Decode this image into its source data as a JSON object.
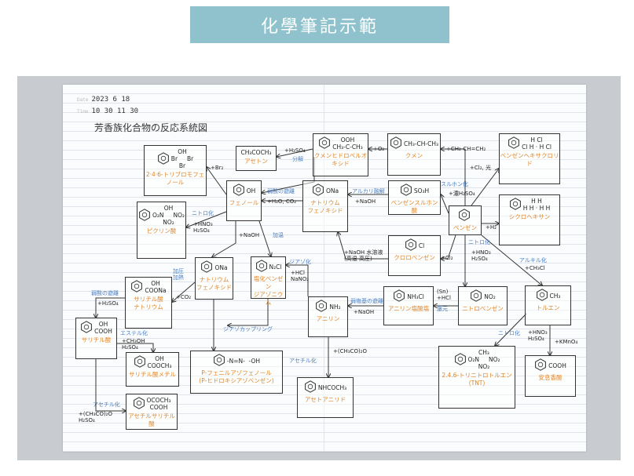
{
  "banner": {
    "title": "化學筆記示範"
  },
  "notebook": {
    "date": "2023  6  18",
    "time": "10 30  11 30",
    "date_label": "Date",
    "time_label": "Time",
    "title": "芳香族化合物の反応系統図",
    "colors": {
      "compound_name": "#e0862a",
      "reaction_type": "#4a7fc4",
      "ink": "#222222",
      "banner": "#8fc2cd"
    },
    "compounds": [
      {
        "formula": "OH\nBr     Br\nBr",
        "name": "2·4·6-トリブロモフェノール",
        "ring": true
      },
      {
        "formula": "OH\nO₂N     NO₂\nNO₂",
        "name": "ピクリン酸",
        "ring": true
      },
      {
        "formula": "CH₃COCH₃",
        "name": "アセトン",
        "ring": false
      },
      {
        "formula": "OOH\nCH₃-C-CH₃",
        "name": "クメンヒドロペルオキシド",
        "ring": true
      },
      {
        "formula": "CH₃-CH-CH₃",
        "name": "クメン",
        "ring": true
      },
      {
        "formula": "H Cl\nCl H · H Cl",
        "name": "ベンゼンヘキサクロリド",
        "ring": true
      },
      {
        "formula": "OH",
        "name": "フェノール",
        "ring": true
      },
      {
        "formula": "ONa",
        "name": "ナトリウム\nフェノキシド",
        "ring": true
      },
      {
        "formula": "SO₃H",
        "name": "ベンゼンスルホン酸",
        "ring": true
      },
      {
        "formula": "",
        "name": "ベンゼン",
        "ring": true
      },
      {
        "formula": "H H\nH H · H H",
        "name": "シクロヘキサン",
        "ring": true
      },
      {
        "formula": "Cl",
        "name": "クロロベンゼン",
        "ring": true
      },
      {
        "formula": "ONa",
        "name": "ナトリウム\nフェノキシド",
        "ring": true
      },
      {
        "formula": "N₂Cl",
        "name": "塩化ベンゼン\nジアゾニウム",
        "ring": true
      },
      {
        "formula": "OH\nCOONa",
        "name": "サリチル酸\nナトリウム",
        "ring": true
      },
      {
        "formula": "NH₂",
        "name": "アニリン",
        "ring": true
      },
      {
        "formula": "NH₃Cl",
        "name": "アニリン塩酸塩",
        "ring": true
      },
      {
        "formula": "NO₂",
        "name": "ニトロベンゼン",
        "ring": true
      },
      {
        "formula": "CH₃",
        "name": "トルエン",
        "ring": true
      },
      {
        "formula": "OH\nCOOH",
        "name": "サリチル酸",
        "ring": true
      },
      {
        "formula": "OH\nCOOCH₃",
        "name": "サリチル酸メチル",
        "ring": true
      },
      {
        "formula": "-N=N-  -OH",
        "name": "P-フェニルアゾフェノール\n(P-ヒドロキシアゾベンゼン)",
        "ring": true
      },
      {
        "formula": "CH₃\nO₂N     NO₂\nNO₂",
        "name": "2.4.6-トリニトロトルエン\n(TNT)",
        "ring": true
      },
      {
        "formula": "COOH",
        "name": "安息香酸",
        "ring": true
      },
      {
        "formula": "NHCOCH₃",
        "name": "アセトアニリド",
        "ring": true
      },
      {
        "formula": "OCOCH₃\nCOOH",
        "name": "アセチルサリチル酸",
        "ring": true
      }
    ],
    "reactions": [
      {
        "text": "+Br₂",
        "type": "reagent"
      },
      {
        "text": "+H₂SO₄",
        "type": "reagent"
      },
      {
        "text": "分解",
        "type": "process"
      },
      {
        "text": "+O₂",
        "type": "reagent"
      },
      {
        "text": "+CH₂-CH=CH₂",
        "type": "reagent"
      },
      {
        "text": "+Cl₂, 光",
        "type": "reagent"
      },
      {
        "text": "スルホン化",
        "type": "process"
      },
      {
        "text": "+濃H₂SO₄",
        "type": "reagent"
      },
      {
        "text": "弱酸の遊離",
        "type": "process"
      },
      {
        "text": "+H₂O, CO₂",
        "type": "reagent"
      },
      {
        "text": "アルカリ融解",
        "type": "process"
      },
      {
        "text": "+NaOH",
        "type": "reagent"
      },
      {
        "text": "ニトロ化",
        "type": "process"
      },
      {
        "text": "+HNO₃\nH₂SO₄",
        "type": "reagent"
      },
      {
        "text": "+NaOH",
        "type": "reagent"
      },
      {
        "text": "加温",
        "type": "process"
      },
      {
        "text": "+H₂",
        "type": "reagent"
      },
      {
        "text": "+NaOH 水溶液\n(高温 高圧)",
        "type": "reagent"
      },
      {
        "text": "+Cl₂",
        "type": "reagent"
      },
      {
        "text": "ニトロ化",
        "type": "process"
      },
      {
        "text": "+HNO₃\nH₂SO₄",
        "type": "reagent"
      },
      {
        "text": "アルキル化",
        "type": "process"
      },
      {
        "text": "+CH₃Cl",
        "type": "reagent"
      },
      {
        "text": "加圧\n加熱",
        "type": "process"
      },
      {
        "text": "+CO₂",
        "type": "reagent"
      },
      {
        "text": "ジアゾ化",
        "type": "process"
      },
      {
        "text": "+HCl\nNaNO₂",
        "type": "reagent"
      },
      {
        "text": "弱酸の遊離",
        "type": "process"
      },
      {
        "text": "+H₂SO₄",
        "type": "reagent"
      },
      {
        "text": "ジアゾカップリング",
        "type": "process"
      },
      {
        "text": "エステル化",
        "type": "process"
      },
      {
        "text": "+CH₃OH\nH₂SO₄",
        "type": "reagent"
      },
      {
        "text": "アセチル化",
        "type": "process"
      },
      {
        "text": "+(CH₃CO)₂O\nH₂SO₄",
        "type": "reagent"
      },
      {
        "text": "弱塩基の遊離",
        "type": "process"
      },
      {
        "text": "+NaOH",
        "type": "reagent"
      },
      {
        "text": "(Sn)\n+HCl",
        "type": "reagent"
      },
      {
        "text": "還元",
        "type": "process"
      },
      {
        "text": "アセチル化",
        "type": "process"
      },
      {
        "text": "+(CH₃CO)₂O",
        "type": "reagent"
      },
      {
        "text": "ニトロ化",
        "type": "process"
      },
      {
        "text": "+HNO₃\nH₂SO₄",
        "type": "reagent"
      },
      {
        "text": "+KMnO₄",
        "type": "reagent"
      }
    ]
  }
}
